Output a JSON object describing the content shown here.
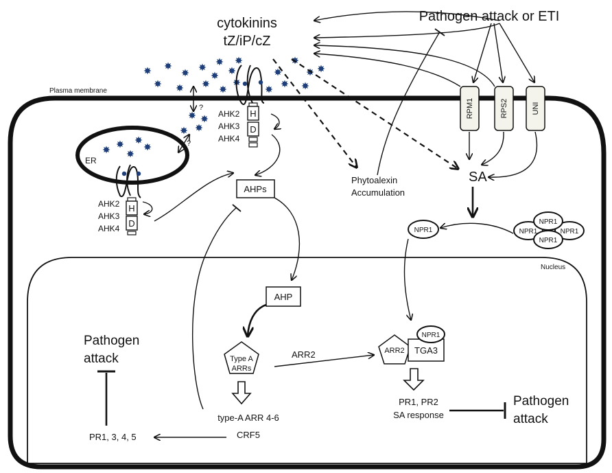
{
  "labels": {
    "cytokinins_line1": "cytokinins",
    "cytokinins_line2": "tZ/iP/cZ",
    "pathogen_top": "Pathogen attack or ETI",
    "plasma_membrane": "Plasma membrane",
    "nucleus": "Nucleus",
    "er": "ER",
    "question": "?",
    "ahk2": "AHK2",
    "ahk3": "AHK3",
    "ahk4": "AHK4",
    "h": "H",
    "d": "D",
    "ahps": "AHPs",
    "ahp": "AHP",
    "phytoalexin_1": "Phytoalexin",
    "phytoalexin_2": "Accumulation",
    "rpm1": "RPM1",
    "rps2": "RPS2",
    "uni": "UNI",
    "sa": "SA",
    "npr1": "NPR1",
    "type_a_1": "Type A",
    "type_a_2": "ARRs",
    "arr2": "ARR2",
    "tga3": "TGA3",
    "type_a_arr": "type-A ARR 4-6",
    "crf5": "CRF5",
    "pr_genes": "PR1, 3, 4, 5",
    "pr1_pr2": "PR1, PR2",
    "sa_response": "SA response",
    "pathogen": "Pathogen",
    "attack": "attack"
  },
  "colors": {
    "line": "#111111",
    "cytokinin_dot": "#1f3f7a",
    "receptor_fill": "#f4f4ec",
    "background": "#ffffff"
  }
}
